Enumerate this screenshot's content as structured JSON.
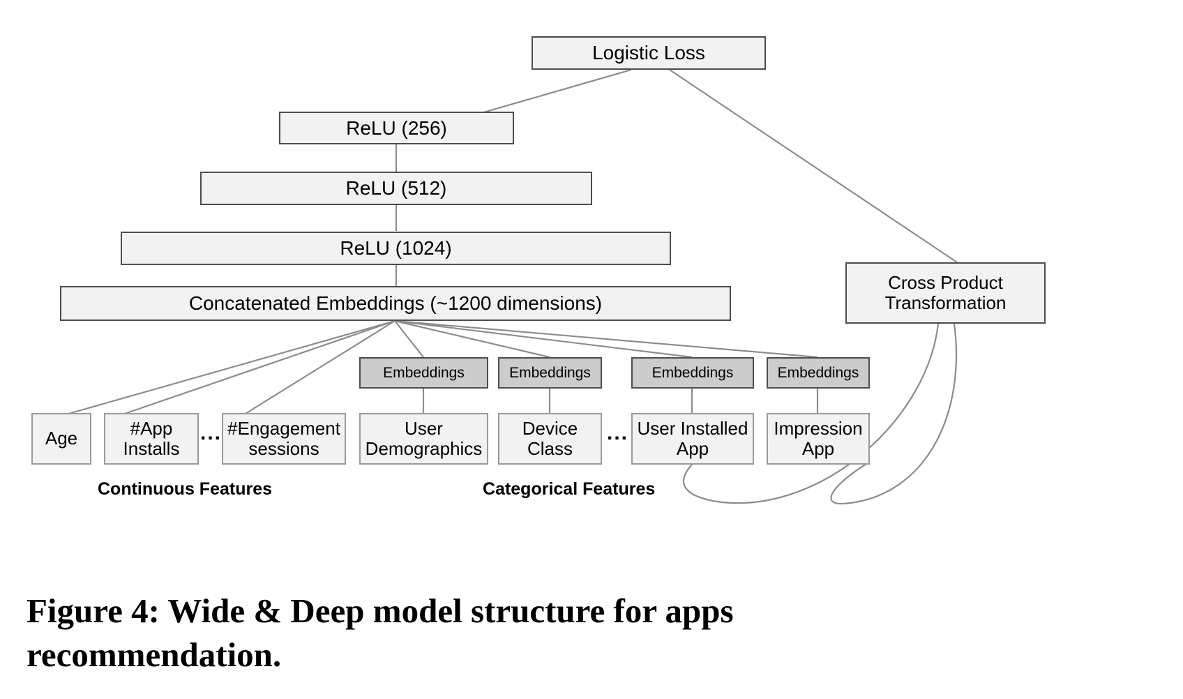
{
  "figure": {
    "caption_line1": "Figure 4:  Wide & Deep model structure for apps",
    "caption_line2": "recommendation."
  },
  "nodes": {
    "logistic_loss": "Logistic Loss",
    "relu_256": "ReLU (256)",
    "relu_512": "ReLU (512)",
    "relu_1024": "ReLU (1024)",
    "concat": "Concatenated Embeddings (~1200 dimensions)",
    "cross_product_line1": "Cross Product",
    "cross_product_line2": "Transformation",
    "embeddings_1": "Embeddings",
    "embeddings_2": "Embeddings",
    "embeddings_3": "Embeddings",
    "embeddings_4": "Embeddings"
  },
  "features": {
    "continuous": {
      "group_label": "Continuous Features",
      "items": [
        {
          "line1": "Age",
          "line2": ""
        },
        {
          "line1": "#App",
          "line2": "Installs"
        },
        {
          "line1": "#Engagement",
          "line2": "sessions"
        }
      ],
      "ellipsis": "..."
    },
    "categorical": {
      "group_label": "Categorical Features",
      "items": [
        {
          "line1": "User",
          "line2": "Demographics"
        },
        {
          "line1": "Device",
          "line2": "Class"
        },
        {
          "line1": "User Installed",
          "line2": "App"
        },
        {
          "line1": "Impression",
          "line2": "App"
        }
      ],
      "ellipsis": "..."
    }
  },
  "colors": {
    "node_fill_light": "#f2f2f2",
    "node_fill_embedding": "#cccccc",
    "node_border_dark": "#4d4d4d",
    "node_border_light": "#9a9a9a",
    "edge": "#8c8c8c",
    "text": "#000000",
    "background": "#ffffff"
  }
}
